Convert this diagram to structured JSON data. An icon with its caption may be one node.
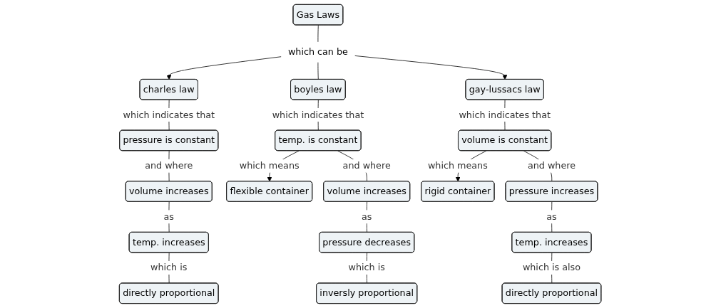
{
  "diagram": {
    "nodes": [
      {
        "text": [
          "Gas Laws"
        ]
      },
      {
        "text": [
          "which can be"
        ]
      },
      {
        "text": [
          "charles law"
        ]
      },
      {
        "text": [
          "boyles law"
        ]
      },
      {
        "text": [
          "gay-lussacs law"
        ]
      },
      {
        "text": [
          "pressure is constant"
        ]
      },
      {
        "text": [
          "volume increases"
        ]
      },
      {
        "text": [
          "temp. increases"
        ]
      },
      {
        "text": [
          "directly proportional"
        ]
      },
      {
        "text": [
          "temp. is constant"
        ]
      },
      {
        "text": [
          "flexible container"
        ]
      },
      {
        "text": [
          "volume increases"
        ]
      },
      {
        "text": [
          "pressure decreases"
        ]
      },
      {
        "text": [
          "inversly proportional"
        ]
      },
      {
        "text": [
          "volume is constant"
        ]
      },
      {
        "text": [
          "rigid container"
        ]
      },
      {
        "text": [
          "pressure increases"
        ]
      },
      {
        "text": [
          "temp. increases"
        ]
      },
      {
        "text": [
          "directly proportional"
        ]
      }
    ],
    "edges": [
      {
        "from": 0,
        "to": 1,
        "arrow": "none"
      },
      {
        "from": 1,
        "to": 2,
        "arrow": "to"
      },
      {
        "from": 1,
        "to": 3,
        "arrow": "none"
      },
      {
        "from": 1,
        "to": 4,
        "arrow": "to"
      },
      {
        "from": 2,
        "to": 5,
        "arrow": "none",
        "label": "which indicates that"
      },
      {
        "from": 5,
        "to": 6,
        "arrow": "none",
        "label": "and where"
      },
      {
        "from": 6,
        "to": 7,
        "arrow": "none",
        "label": "as"
      },
      {
        "from": 7,
        "to": 8,
        "arrow": "none",
        "label": "which is"
      },
      {
        "from": 3,
        "to": 9,
        "arrow": "none",
        "label": "which indicates that"
      },
      {
        "from": 9,
        "to": 10,
        "arrow": "to",
        "label": "which means"
      },
      {
        "from": 9,
        "to": 11,
        "arrow": "none",
        "label": "and where"
      },
      {
        "from": 11,
        "to": 12,
        "arrow": "none",
        "label": "as"
      },
      {
        "from": 12,
        "to": 13,
        "arrow": "none",
        "label": "which is"
      },
      {
        "from": 4,
        "to": 14,
        "arrow": "none",
        "label": "which indicates that"
      },
      {
        "from": 14,
        "to": 15,
        "arrow": "to",
        "label": "which means"
      },
      {
        "from": 14,
        "to": 16,
        "arrow": "none",
        "label": "and where"
      },
      {
        "from": 16,
        "to": 17,
        "arrow": "none",
        "label": "as"
      },
      {
        "from": 17,
        "to": 18,
        "arrow": "none",
        "label": "which is also"
      }
    ]
  }
}
